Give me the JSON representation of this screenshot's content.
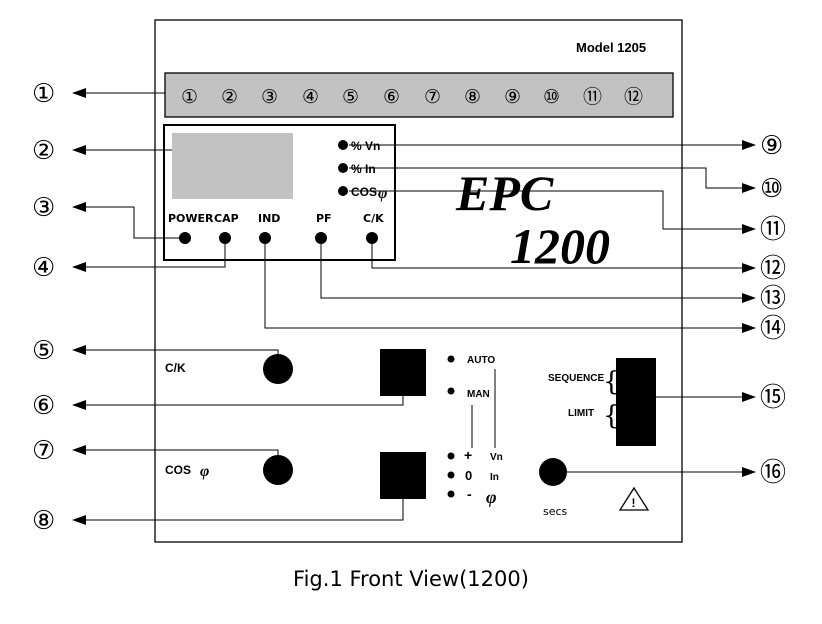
{
  "model_label": "Model 1205",
  "terminal_numbers": [
    "①",
    "②",
    "③",
    "④",
    "⑤",
    "⑥",
    "⑦",
    "⑧",
    "⑨",
    "⑩",
    "⑪",
    "⑫"
  ],
  "callouts": {
    "c1": "①",
    "c2": "②",
    "c3": "③",
    "c4": "④",
    "c5": "⑤",
    "c6": "⑥",
    "c7": "⑦",
    "c8": "⑧",
    "c9": "⑨",
    "c10": "⑩",
    "c11": "⑪",
    "c12": "⑫",
    "c13": "⑬",
    "c14": "⑭",
    "c15": "⑮",
    "c16": "⑯"
  },
  "display": {
    "indicator_vn": "% Vn",
    "indicator_in": "% In",
    "indicator_cos": "COS",
    "phi": "φ"
  },
  "leds": {
    "power": "POWER",
    "cap": "CAP",
    "ind": "IND",
    "pf": "PF",
    "ck": "C/K"
  },
  "brand": {
    "name": "EPC",
    "number": "1200"
  },
  "controls": {
    "ck_label": "C/K",
    "cos_label": "COS",
    "cos_phi": "φ",
    "auto": "AUTO",
    "man": "MAN",
    "plus": "+",
    "zero": "0",
    "minus": "-",
    "vn": "Vn",
    "in": "In",
    "phi": "φ",
    "sequence": "SEQUENCE",
    "limit": "LIMIT",
    "secs": "secs",
    "warning_symbol": "!"
  },
  "caption": "Fig.1 Front View(1200)"
}
